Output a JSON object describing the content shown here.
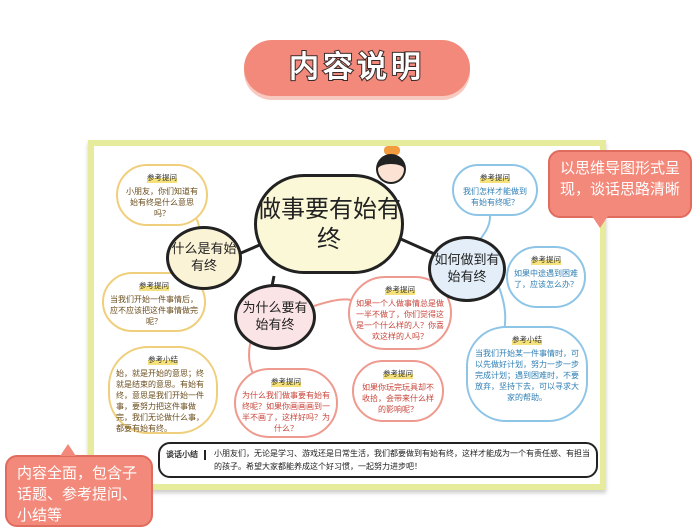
{
  "header": {
    "title": "内容说明"
  },
  "poster": {
    "main_title": "做事要有始有终",
    "branches": [
      "什么是有始有终",
      "为什么要有始有终",
      "如何做到有始有终"
    ],
    "clouds": [
      {
        "tag": "参考提问",
        "text": "小朋友，你们知道有始有终是什么意思吗？"
      },
      {
        "tag": "参考提问",
        "text": "当我们开始一件事情后，应不应该把这件事情做完呢？"
      },
      {
        "tag": "参考小结",
        "text": "始，就是开始的意思；终就是结束的意思。有始有终，意思是我们开始一件事，要努力把这件事做完，我们无论做什么事，都要有始有终。"
      },
      {
        "tag": "参考提问",
        "text": "为什么我们做事要有始有终呢？如果你画画画到一半不画了，这样好吗？为什么？"
      },
      {
        "tag": "参考提问",
        "text": "如果一个人做事情总是做一半不做了，你们觉得这是一个什么样的人？你喜欢这样的人吗？"
      },
      {
        "tag": "参考提问",
        "text": "如果你玩完玩具却不收拾，会带来什么样的影响呢？"
      },
      {
        "tag": "参考提问",
        "text": "我们怎样才能做到有始有终呢？"
      },
      {
        "tag": "参考提问",
        "text": "如果中途遇到困难了，应该怎么办？"
      },
      {
        "tag": "参考小结",
        "text": "当我们开始某一件事情时，可以先做好计划，努力一步一步完成计划；遇到困难时，不要放弃，坚持下去，可以寻求大家的帮助。"
      }
    ],
    "summary_label": "谈话小结",
    "summary_text": "小朋友们，无论是学习、游戏还是日常生活，我们都要做到有始有终，这样才能成为一个有责任感、有担当的孩子。希望大家都能养成这个好习惯，一起努力进步吧！"
  },
  "callouts": {
    "right": "以思维导图形式呈现，谈话思路清晰",
    "left": "内容全面，包含子话题、参考提问、小结等"
  },
  "colors": {
    "accent": "#f2897a",
    "poster_border": "#e7ec9c"
  }
}
